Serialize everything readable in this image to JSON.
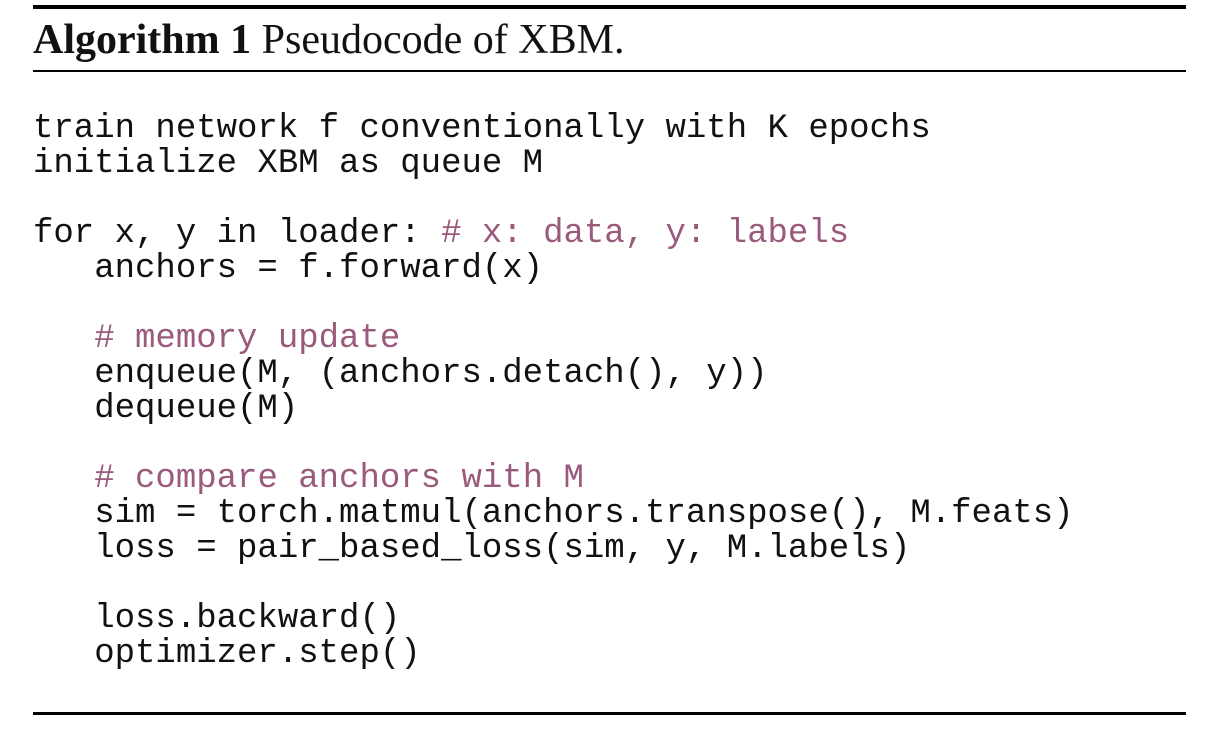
{
  "title": {
    "bold": "Algorithm 1",
    "rest": " Pseudocode of XBM."
  },
  "colors": {
    "background": "#ffffff",
    "text": "#111111",
    "rule": "#000000",
    "comment": "#9a5a7b"
  },
  "code": {
    "lines": [
      {
        "segments": [
          {
            "text": "train network f conventionally with K epochs",
            "kind": "code"
          }
        ]
      },
      {
        "segments": [
          {
            "text": "initialize XBM as queue M",
            "kind": "code"
          }
        ]
      },
      {
        "segments": []
      },
      {
        "segments": [
          {
            "text": "for x, y in loader: ",
            "kind": "code"
          },
          {
            "text": "# x: data, y: labels",
            "kind": "comment"
          }
        ]
      },
      {
        "segments": [
          {
            "text": "   anchors = f.forward(x)",
            "kind": "code"
          }
        ]
      },
      {
        "segments": []
      },
      {
        "segments": [
          {
            "text": "   ",
            "kind": "code"
          },
          {
            "text": "# memory update",
            "kind": "comment"
          }
        ]
      },
      {
        "segments": [
          {
            "text": "   enqueue(M, (anchors.detach(), y))",
            "kind": "code"
          }
        ]
      },
      {
        "segments": [
          {
            "text": "   dequeue(M)",
            "kind": "code"
          }
        ]
      },
      {
        "segments": []
      },
      {
        "segments": [
          {
            "text": "   ",
            "kind": "code"
          },
          {
            "text": "# compare anchors with M",
            "kind": "comment"
          }
        ]
      },
      {
        "segments": [
          {
            "text": "   sim = torch.matmul(anchors.transpose(), M.feats)",
            "kind": "code"
          }
        ]
      },
      {
        "segments": [
          {
            "text": "   loss = pair_based_loss(sim, y, M.labels)",
            "kind": "code"
          }
        ]
      },
      {
        "segments": []
      },
      {
        "segments": [
          {
            "text": "   loss.backward()",
            "kind": "code"
          }
        ]
      },
      {
        "segments": [
          {
            "text": "   optimizer.step()",
            "kind": "code"
          }
        ]
      }
    ]
  }
}
